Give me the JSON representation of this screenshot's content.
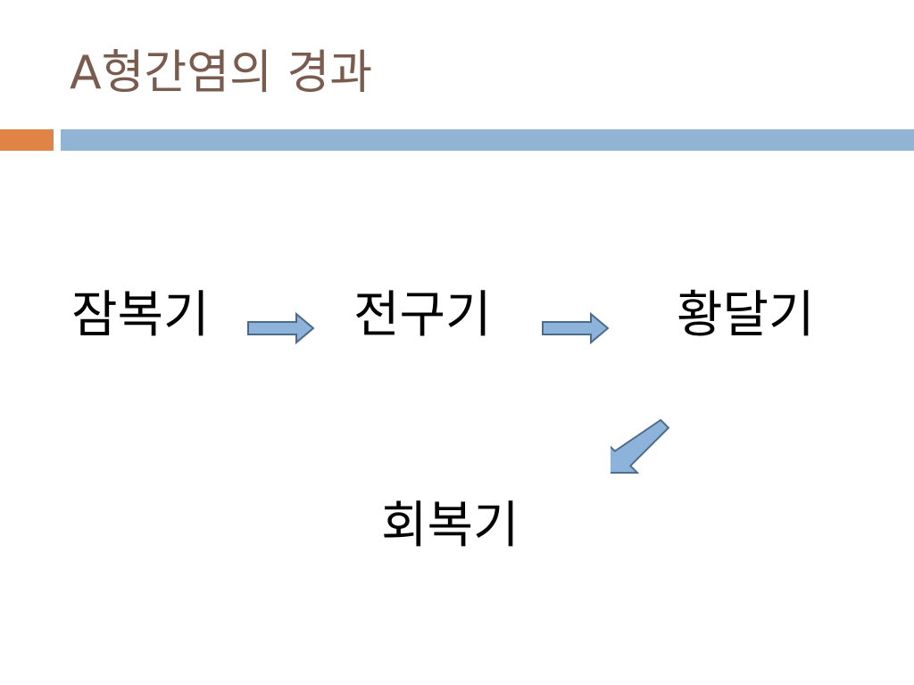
{
  "slide": {
    "title": "A형간염의 경과"
  },
  "flow": {
    "stages": [
      {
        "label": "잠복기"
      },
      {
        "label": "전구기"
      },
      {
        "label": "황달기"
      },
      {
        "label": "회복기"
      }
    ],
    "arrows": [
      {
        "from": "잠복기",
        "to": "전구기",
        "icon": "right-arrow-icon"
      },
      {
        "from": "전구기",
        "to": "황달기",
        "icon": "right-arrow-icon"
      },
      {
        "from": "황달기",
        "to": "회복기",
        "icon": "down-left-arrow-icon"
      }
    ]
  },
  "colors": {
    "title": "#7a5c4e",
    "accent": "#df8346",
    "rule": "#92b4d4",
    "arrow_fill": "#8db3da",
    "arrow_stroke": "#4a6b8a"
  }
}
